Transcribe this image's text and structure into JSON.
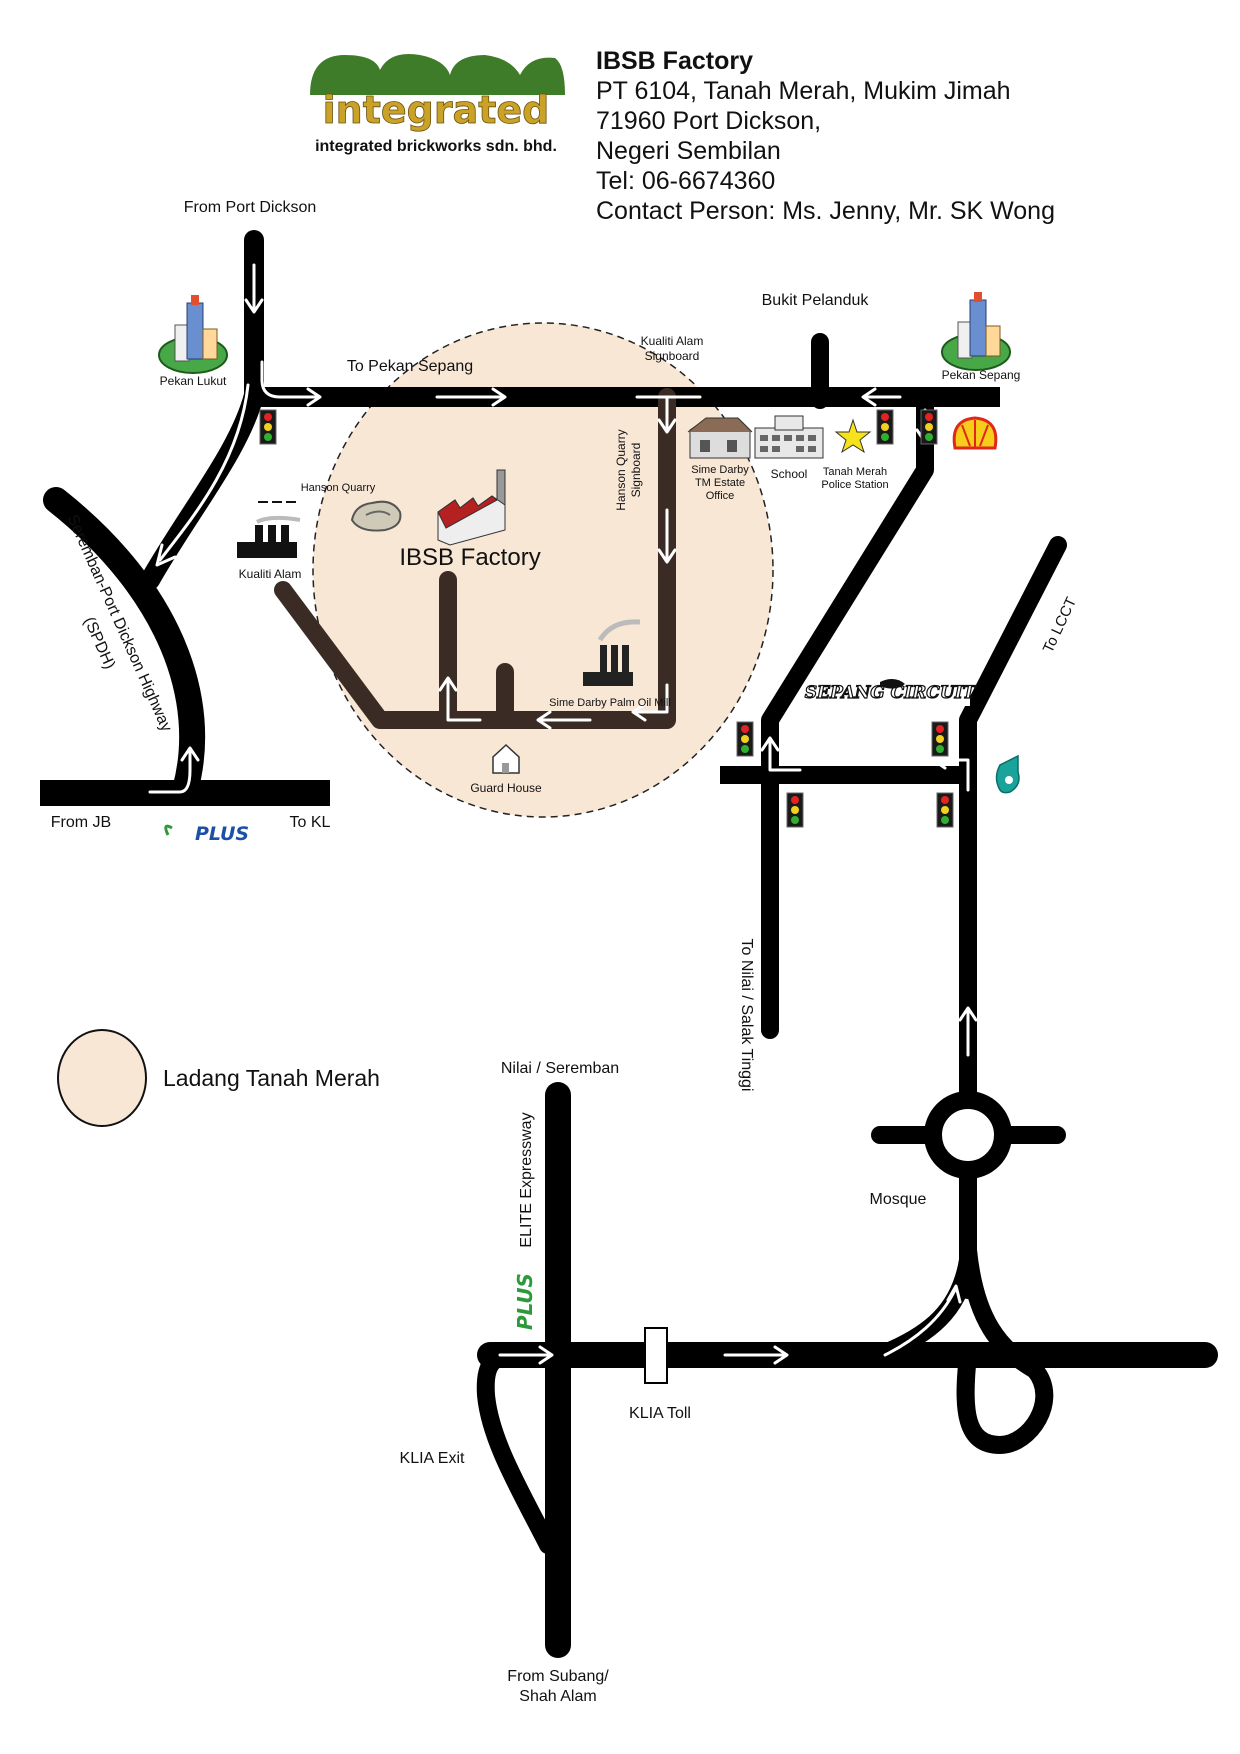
{
  "logo": {
    "word": "integrated",
    "company": "integrated brickworks sdn. bhd."
  },
  "address": {
    "title": "IBSB Factory",
    "line1": "PT 6104, Tanah Merah, Mukim Jimah",
    "line2": "71960 Port Dickson,",
    "line3": "Negeri Sembilan",
    "tel": "Tel: 06-6674360",
    "contact": "Contact Person: Ms. Jenny, Mr. SK Wong"
  },
  "labels": {
    "from_port_dickson": "From Port Dickson",
    "bukit_pelanduk": "Bukit Pelanduk",
    "to_pekan_sepang": "To Pekan Sepang",
    "kualiti_alam_signboard_1": "Kualiti Alam",
    "kualiti_alam_signboard_2": "Signboard",
    "pekan_lukut": "Pekan Lukut",
    "pekan_sepang": "Pekan Sepang",
    "hanson_quarry": "Hanson Quarry",
    "hanson_signboard_1": "Hanson Quarry",
    "hanson_signboard_2": "Signboard",
    "sime_darby_office_1": "Sime Darby",
    "sime_darby_office_2": "TM Estate",
    "sime_darby_office_3": "Office",
    "school": "School",
    "police_1": "Tanah Merah",
    "police_2": "Police Station",
    "kualiti_alam": "Kualiti Alam",
    "ibsb_factory": "IBSB Factory",
    "spdh_1": "Seremban-Port Dickson Highway",
    "spdh_2": "(SPDH)",
    "palm_oil_mill": "Sime Darby Palm Oil Mill",
    "to_lcct": "To LCCT",
    "sepang_circuit": "SEPANG CIRCUIT",
    "guard_house": "Guard House",
    "from_jb": "From JB",
    "to_kl": "To KL",
    "plus_1": "PLUS",
    "to_nilai": "To Nilai / Salak Tinggi",
    "legend_estate": "Ladang Tanah Merah",
    "nilai_seremban": "Nilai / Seremban",
    "elite": "ELITE Expressway",
    "plus_2": "PLUS",
    "mosque": "Mosque",
    "klia_toll": "KLIA Toll",
    "klia_exit": "KLIA Exit",
    "from_subang_1": "From Subang/",
    "from_subang_2": "Shah Alam"
  },
  "icons": {
    "traffic_light": "traffic-light-icon",
    "town": "town-icon",
    "factory": "factory-icon",
    "quarry": "rock-icon",
    "house": "house-icon",
    "building": "building-icon",
    "star": "star-icon",
    "shell": "shell-station-icon",
    "petronas": "petronas-station-icon"
  },
  "colors": {
    "road": "#000000",
    "estate_fill": "#f9e7d6",
    "estate_road": "#3a2c24",
    "logo_green": "#3f7c2a",
    "logo_gold": "#c9a227",
    "roof_red": "#b52020",
    "star": "#f5e21a",
    "shell_red": "#e2261b",
    "shell_yellow": "#f7cd1b",
    "petronas": "#1aa39a",
    "plus_blue": "#1b4fa8",
    "plus_green": "#2c9a3a"
  }
}
